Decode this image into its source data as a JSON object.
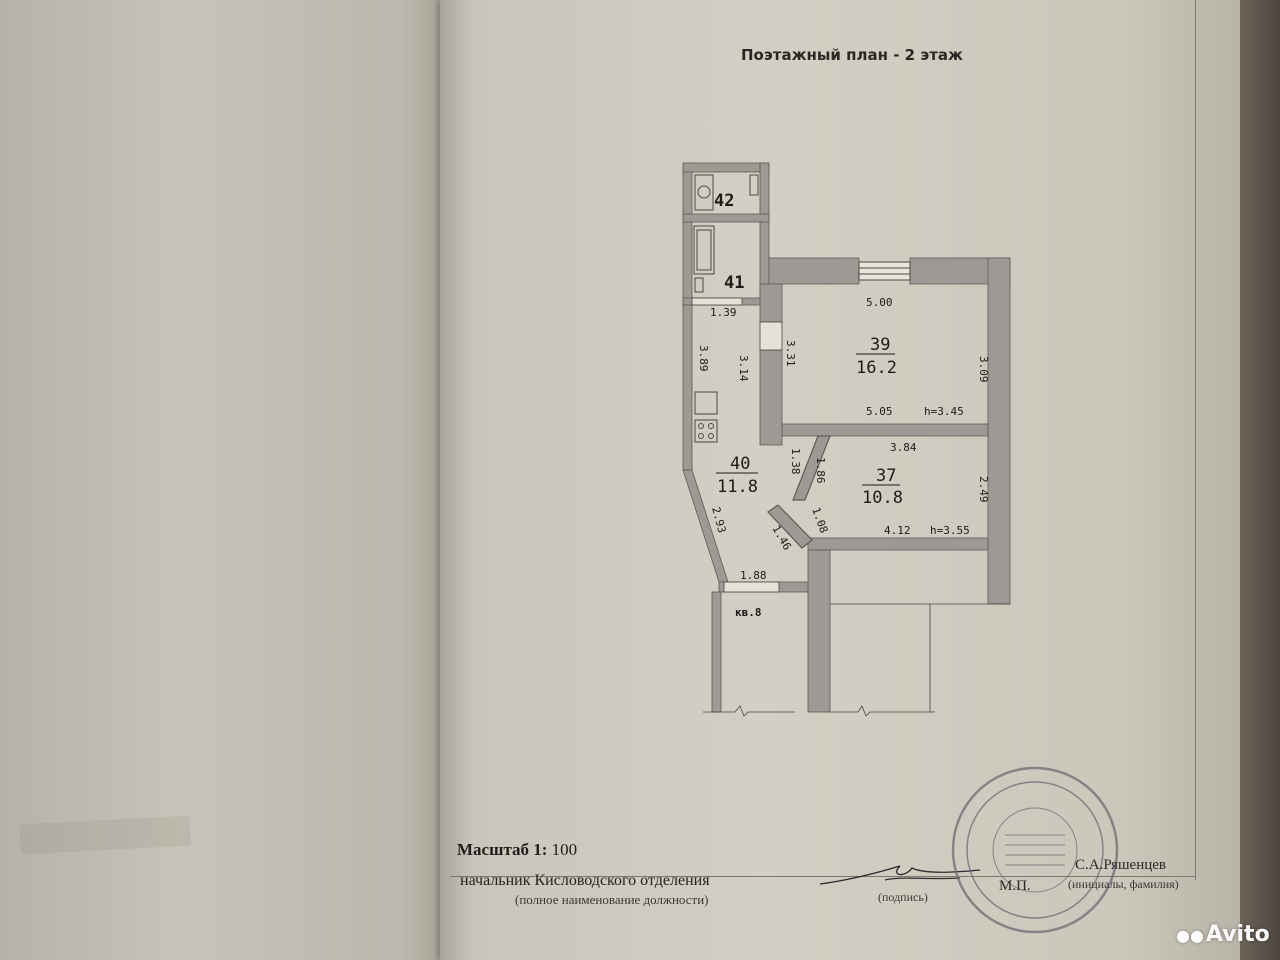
{
  "document": {
    "title": "Поэтажный план - 2 этаж",
    "scale_label": "Масштаб 1:",
    "scale_value": "100",
    "position": "начальник Кисловодского отделения",
    "position_caption": "(полное наименование должности)",
    "signature_caption": "(подпись)",
    "seal_label": "М.П.",
    "signer_name": "С.А.Ряшенцев",
    "signer_caption": "(инициалы, фамилия)",
    "watermark": "Avito"
  },
  "plan": {
    "rooms": [
      {
        "number": "42",
        "area": ""
      },
      {
        "number": "41",
        "area": ""
      },
      {
        "number": "39",
        "area": "16.2"
      },
      {
        "number": "40",
        "area": "11.8"
      },
      {
        "number": "37",
        "area": "10.8"
      }
    ],
    "dimensions": {
      "d_500": "5.00",
      "d_505": "5.05",
      "d_309": "3.09",
      "d_331": "3.31",
      "d_314": "3.14",
      "d_389": "3.89",
      "d_139": "1.39",
      "d_384": "3.84",
      "d_249": "2.49",
      "d_412": "4.12",
      "d_138": "1.38",
      "d_186": "1.86",
      "d_108": "1.08",
      "d_146": "1.46",
      "d_293": "2.93",
      "d_188": "1.88"
    },
    "heights": {
      "room39": "h=3.45",
      "room37": "h=3.55"
    },
    "neighbor_label": "кв.8"
  }
}
